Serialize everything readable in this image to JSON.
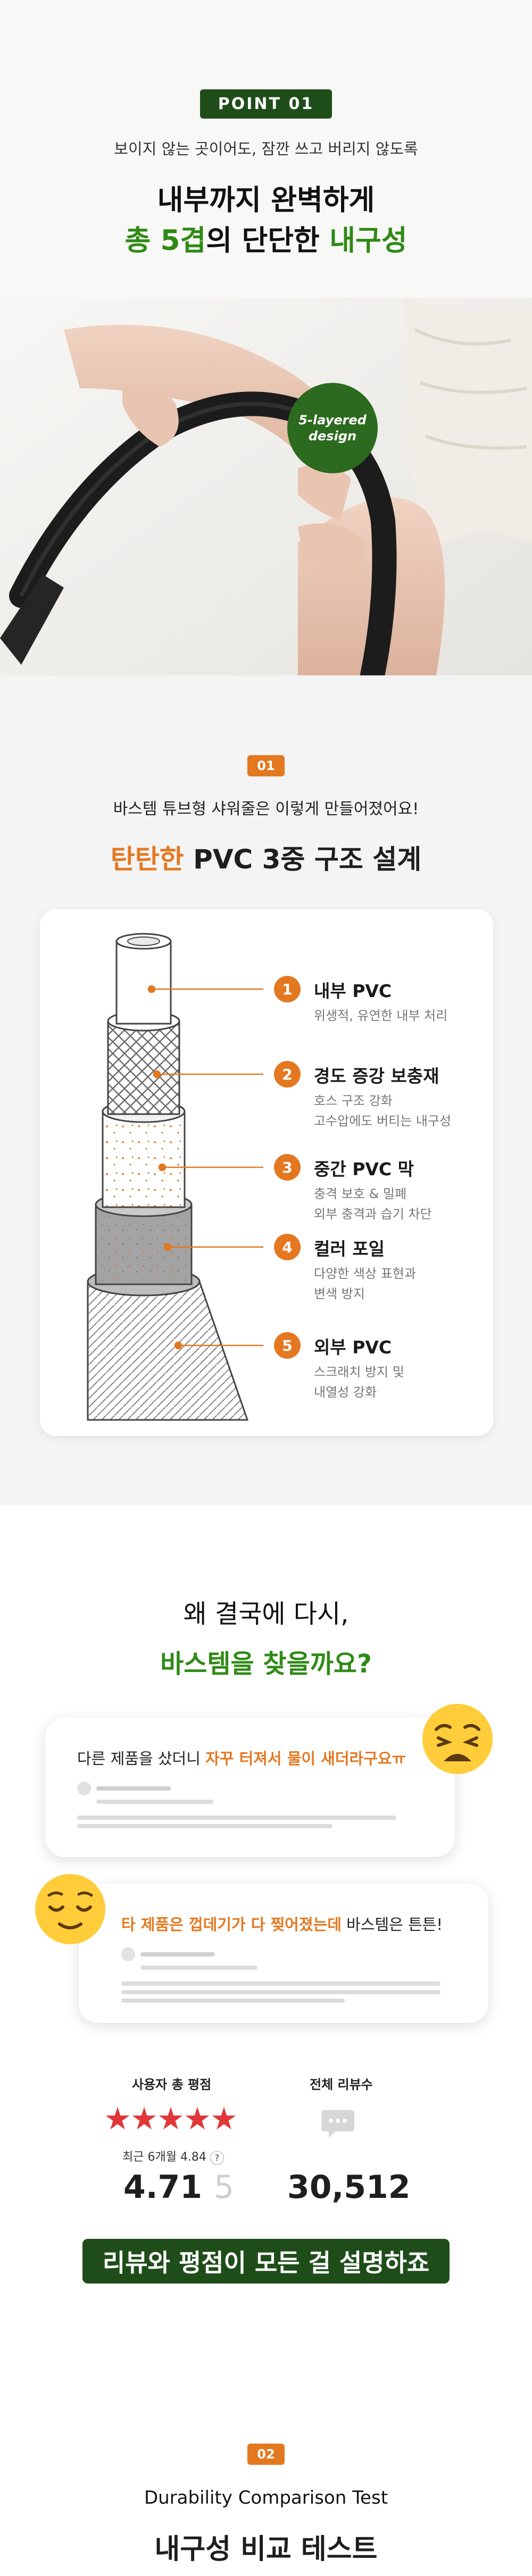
{
  "point1": {
    "badge": "POINT   01",
    "subtitle": "보이지 않는 곳이어도, 잠깐 쓰고 버리지 않도록",
    "title_line1": "내부까지 완벽하게",
    "title_line2_prefix": "총 ",
    "title_line2_highlight1": "5겹",
    "title_line2_middle": "의 단단한 ",
    "title_line2_highlight2": "내구성",
    "design_badge_line1": "5-layered",
    "design_badge_line2": "design"
  },
  "structure": {
    "number_badge": "01",
    "subtitle": "바스템 튜브형 샤워줄은 이렇게 만들어졌어요!",
    "title_highlight": "탄탄한",
    "title_rest": " PVC 3중 구조 설계",
    "layers": [
      {
        "num": "1",
        "name": "내부 PVC",
        "desc1": "위생적, 유연한 내부 처리",
        "desc2": ""
      },
      {
        "num": "2",
        "name": "경도 증강 보충재",
        "desc1": "호스 구조 강화",
        "desc2": "고수압에도 버티는 내구성"
      },
      {
        "num": "3",
        "name": "중간 PVC 막",
        "desc1": "충격 보호 & 밀폐",
        "desc2": "외부 충격과 습기 차단"
      },
      {
        "num": "4",
        "name": "컬러 포일",
        "desc1": "다양한 색상 표현과",
        "desc2": "변색 방지"
      },
      {
        "num": "5",
        "name": "외부 PVC",
        "desc1": "스크래치 방지 및",
        "desc2": "내열성 강화"
      }
    ],
    "colors": {
      "accent": "#e47820",
      "brand": "#1f4d1a"
    }
  },
  "why": {
    "line1": "왜 결국에 다시,",
    "line2": "바스템을 찾을까요?",
    "bubble1": {
      "prefix": "다른 제품을 샀더니 ",
      "highlight": "자꾸 터져서 물이 새더라구요ㅠ",
      "emoji": "weary-face"
    },
    "bubble2": {
      "highlight": "타 제품은 껍데기가 다 찢어졌는데",
      "suffix": " 바스템은 튼튼!",
      "emoji": "relieved-face"
    },
    "stats": {
      "rating_label": "사용자 총 평점",
      "rating_stars": "★★★★★",
      "rating_recent": "최근 6개월 4.84",
      "rating_help": "?",
      "rating_value": "4.71",
      "rating_max": "5",
      "reviews_label": "전체 리뷰수",
      "reviews_value": "30,512"
    },
    "banner": "리뷰와 평점이 모든 걸 설명하죠"
  },
  "point2": {
    "number_badge": "02",
    "subtitle": "Durability Comparison Test",
    "title_bold": "내구성",
    "title_rest": " 비교 테스트"
  }
}
